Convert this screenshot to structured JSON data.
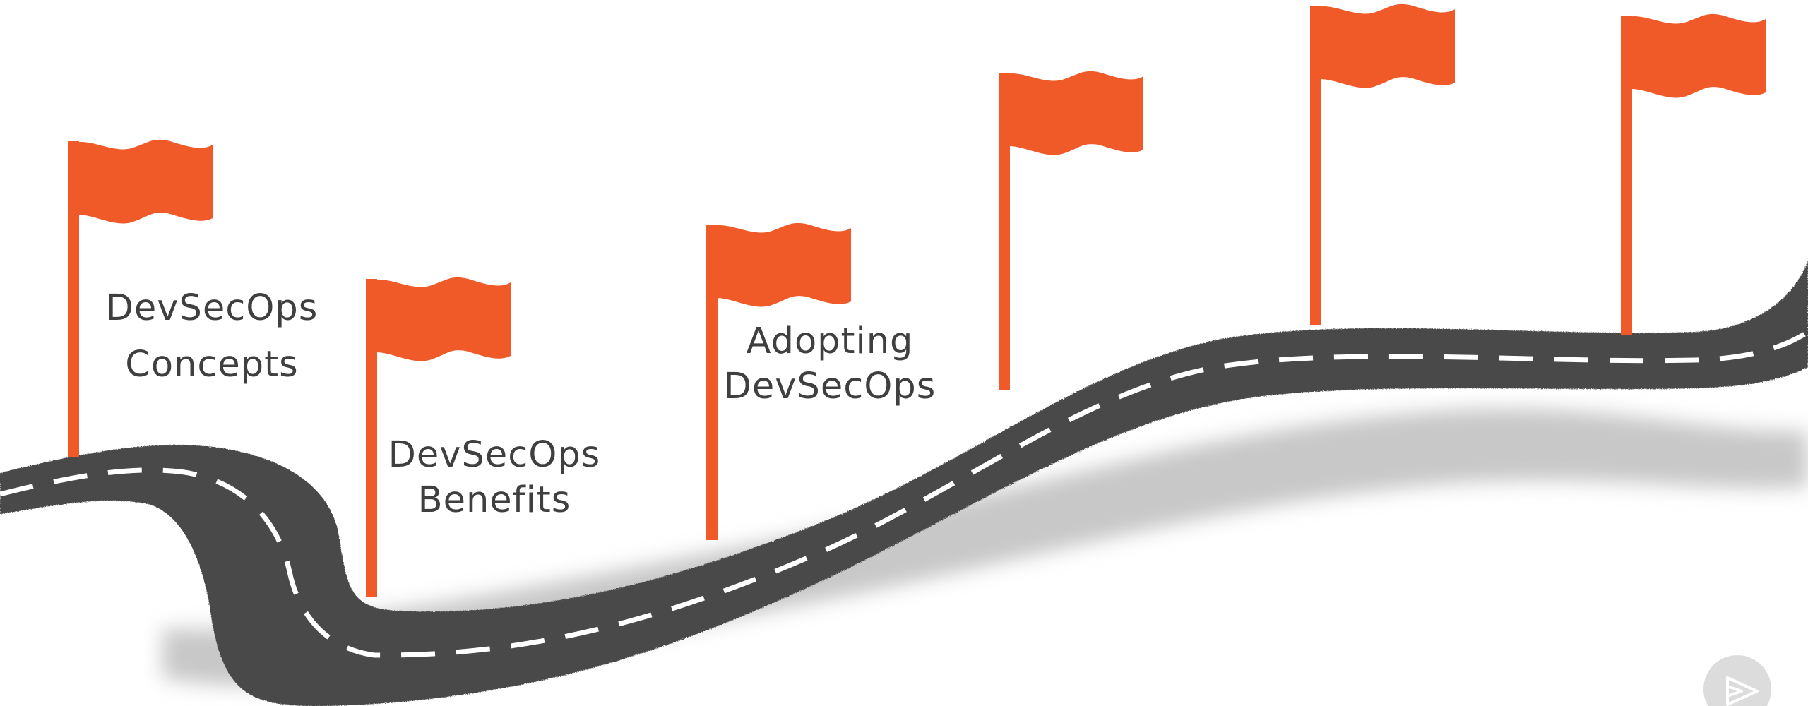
{
  "colors": {
    "flag": "#f05a28",
    "road": "#4a4a4a",
    "road_marking": "#ffffff",
    "shadow": "#c8c8c8",
    "label_text": "#3f3f3f",
    "play_button": "#dcdcdc"
  },
  "milestones": [
    {
      "lines": [
        "DevSecOps",
        "Concepts"
      ]
    },
    {
      "lines": [
        "DevSecOps",
        "Benefits"
      ]
    },
    {
      "lines": [
        "Adopting",
        "DevSecOps"
      ]
    },
    {
      "lines": []
    },
    {
      "lines": []
    },
    {
      "lines": []
    }
  ],
  "controls": {
    "play_icon": "play-icon"
  }
}
